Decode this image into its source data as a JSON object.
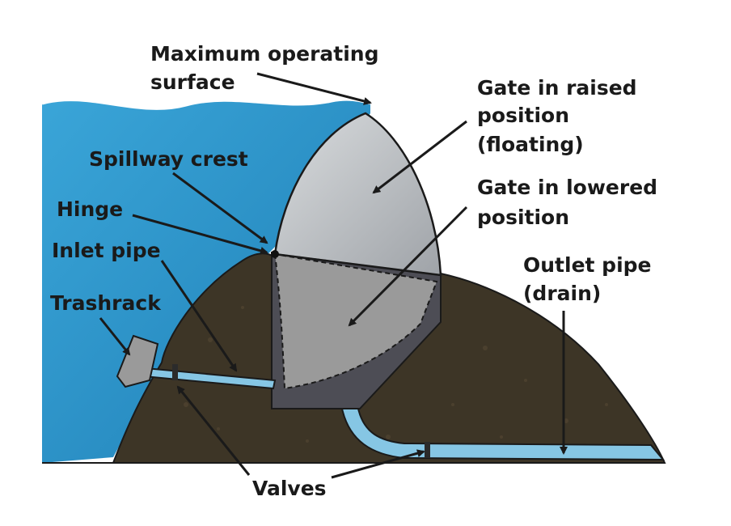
{
  "labels": {
    "max_surface_1": "Maximum operating",
    "max_surface_2": "surface",
    "gate_raised_1": "Gate in raised",
    "gate_raised_2": "position",
    "gate_raised_3": "(floating)",
    "spillway_crest": "Spillway crest",
    "gate_lowered_1": "Gate in lowered",
    "gate_lowered_2": "position",
    "hinge": "Hinge",
    "inlet_pipe": "Inlet pipe",
    "outlet_pipe_1": "Outlet pipe",
    "outlet_pipe_2": "(drain)",
    "trashrack": "Trashrack",
    "valves": "Valves"
  },
  "colors": {
    "water": "#2a8fc4",
    "embankment": "#3d3526",
    "gate_raised": "#b9bcc0",
    "gate_lowered": "#9a9a9a",
    "gate_chamber": "#4d4d55",
    "pipe": "#86c6e4",
    "trashrack": "#9a9a9a",
    "text": "#1a1a1a"
  }
}
